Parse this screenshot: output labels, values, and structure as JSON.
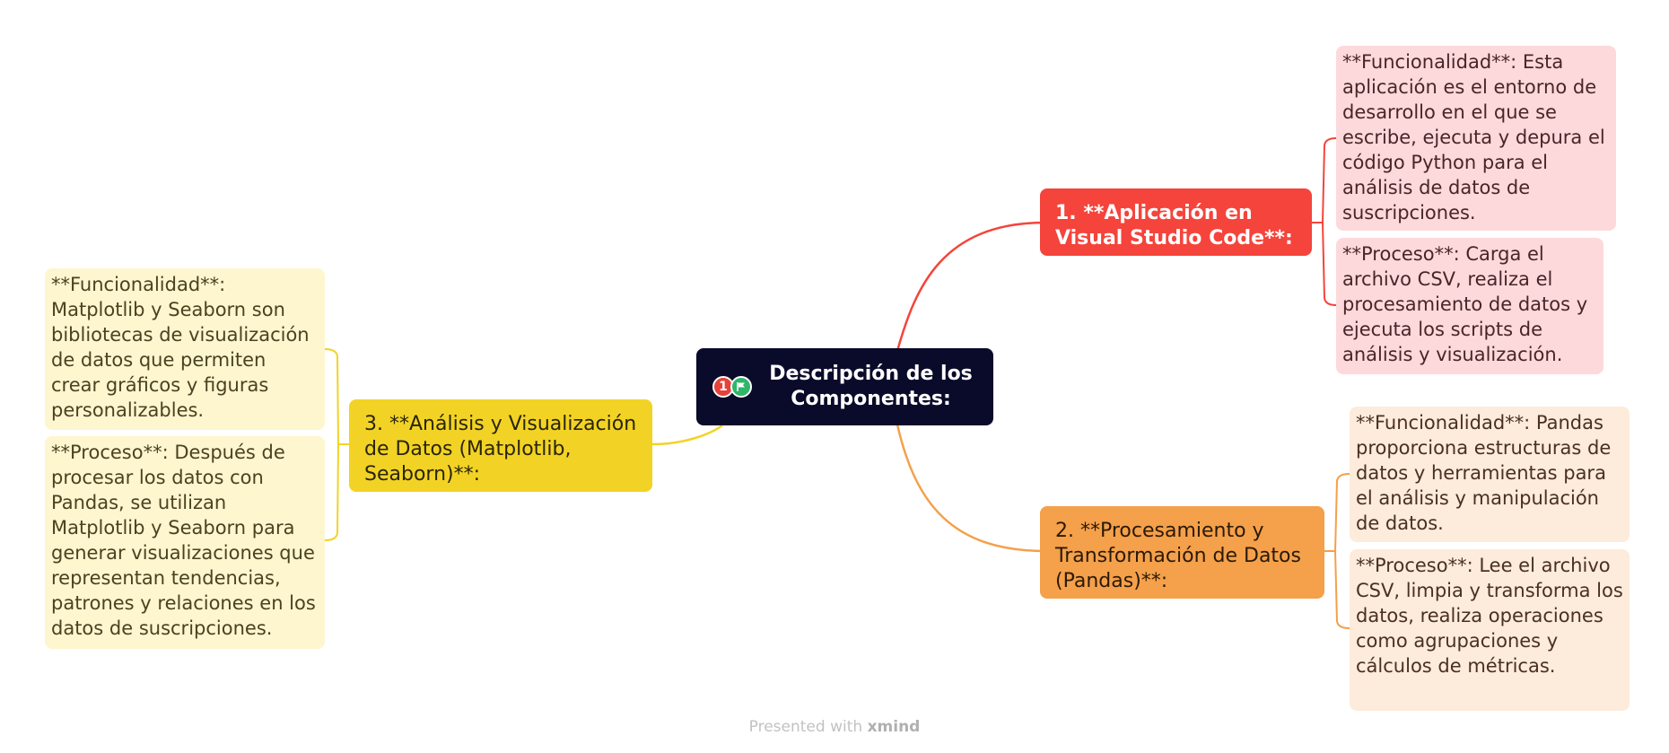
{
  "central": {
    "title": "Descripción de los Componentes:",
    "icons": {
      "priority": "1",
      "flag": "flag-icon"
    }
  },
  "branches": [
    {
      "label": "1. **Aplicación en Visual Studio Code**:",
      "color": "#f5443b",
      "children": [
        "**Funcionalidad**: Esta aplicación es el entorno de desarrollo en el que se escribe, ejecuta y depura el código Python para el análisis de datos de suscripciones.",
        "**Proceso**: Carga el archivo CSV, realiza el procesamiento de datos y ejecuta los scripts de análisis y visualización."
      ]
    },
    {
      "label": "2. **Procesamiento y Transformación de Datos (Pandas)**:",
      "color": "#f5a04a",
      "children": [
        "**Funcionalidad**: Pandas proporciona estructuras de datos y herramientas para el análisis y manipulación de datos.",
        "**Proceso**: Lee el archivo CSV, limpia y transforma los datos, realiza operaciones como agrupaciones y cálculos de métricas."
      ]
    },
    {
      "label": "3. **Análisis y Visualización de Datos (Matplotlib, Seaborn)**:",
      "color": "#f2d325",
      "children": [
        "**Funcionalidad**: Matplotlib y Seaborn son bibliotecas de visualización de datos que permiten crear gráficos y figuras personalizables.",
        "**Proceso**: Después de procesar los datos con Pandas, se utilizan Matplotlib y Seaborn para generar visualizaciones que representan tendencias, patrones y relaciones en los datos de suscripciones."
      ]
    }
  ],
  "footer": {
    "prefix": "Presented with",
    "brand": "xmind"
  }
}
